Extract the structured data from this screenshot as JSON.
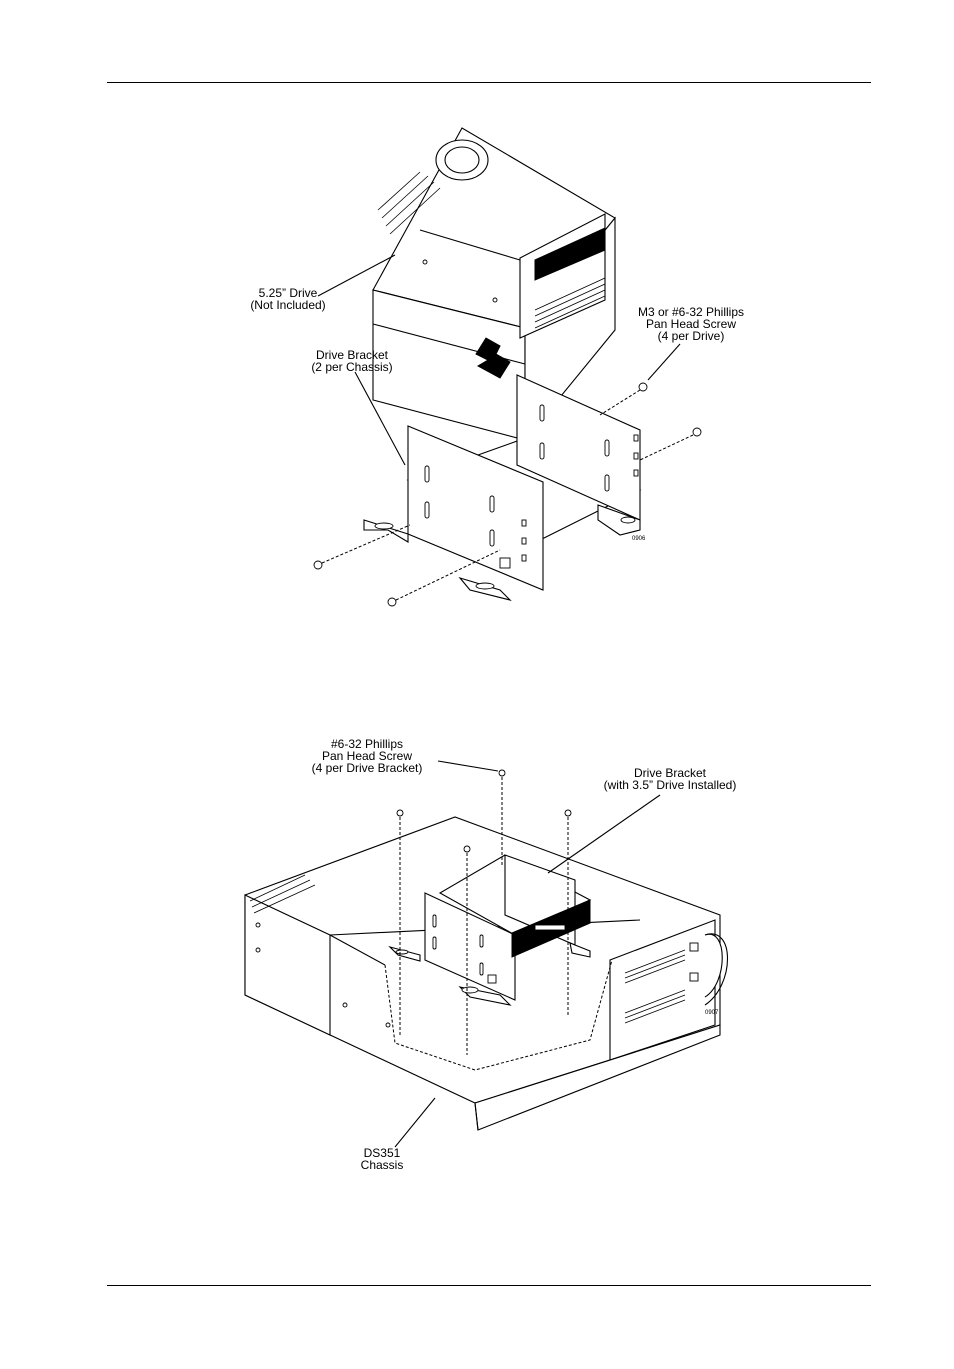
{
  "figure1": {
    "labels": {
      "drive_525": [
        "5.25” Drive",
        "(Not Included)"
      ],
      "screw": [
        "M3 or #6-32 Phillips",
        "Pan Head Screw",
        "(4 per Drive)"
      ],
      "bracket": [
        "Drive Bracket",
        "(2 per Chassis)"
      ]
    },
    "code": "0906"
  },
  "figure2": {
    "labels": {
      "screw": [
        "#6-32 Phillips",
        "Pan Head Screw",
        "(4 per Drive Bracket)"
      ],
      "bracket": [
        "Drive Bracket",
        "(with 3.5” Drive Installed)"
      ],
      "chassis": [
        "DS351",
        "Chassis"
      ]
    },
    "code": "0907"
  }
}
